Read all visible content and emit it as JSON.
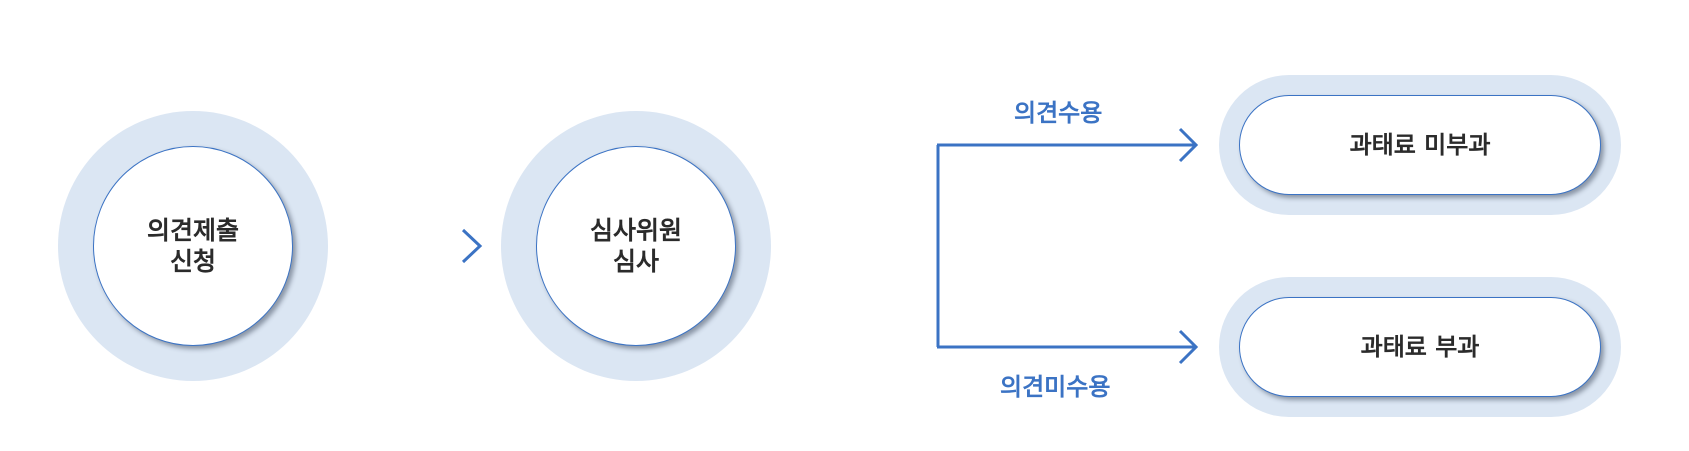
{
  "nodes": {
    "submit": {
      "line1": "의견제출",
      "line2": "신청"
    },
    "review": {
      "line1": "심사위원",
      "line2": "심사"
    },
    "no_fine": {
      "label": "과태료 미부과"
    },
    "fine": {
      "label": "과태료 부과"
    }
  },
  "branches": {
    "accepted": "의견수용",
    "not_accepted": "의견미수용"
  },
  "colors": {
    "ring": "#dbe6f3",
    "border": "#3b73c4",
    "line": "#3b73c4",
    "branch_text": "#3b73c4",
    "node_text": "#2b2b2b"
  }
}
